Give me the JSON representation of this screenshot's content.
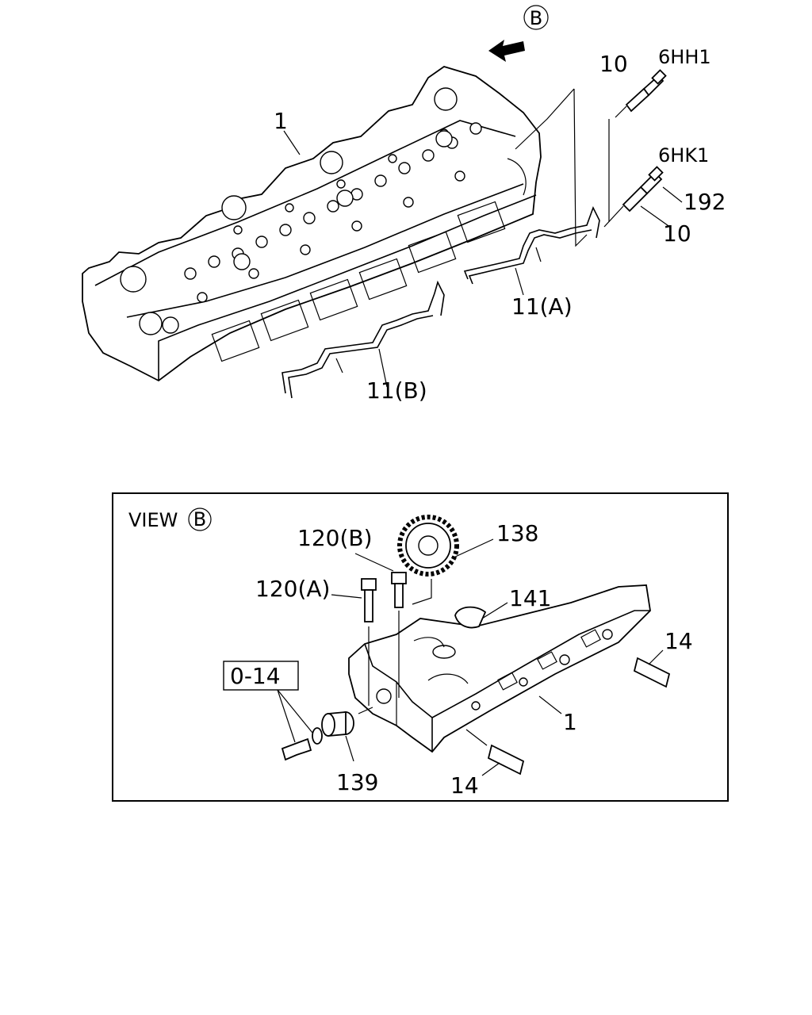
{
  "labels": {
    "view_marker": "B",
    "part_1_top": "1",
    "part_10_6hh1": "10",
    "variant_6hh1": "6HH1",
    "variant_6hk1": "6HK1",
    "part_192": "192",
    "part_10_6hk1": "10",
    "part_11a": "11(A)",
    "part_11b": "11(B)",
    "view_title": "VIEW",
    "view_letter": "B",
    "part_120b": "120(B)",
    "part_138": "138",
    "part_120a": "120(A)",
    "part_141": "141",
    "part_14_right": "14",
    "part_0_14": "0-14",
    "part_1_view": "1",
    "part_139": "139",
    "part_14_bottom": "14"
  }
}
